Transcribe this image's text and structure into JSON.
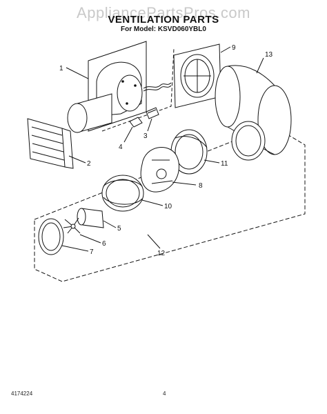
{
  "watermark": "AppliancePartsPros.com",
  "title": "VENTILATION PARTS",
  "subtitle": "For Model: KSVD060YBL0",
  "doc_number": "4174224",
  "page_number": "4",
  "callouts": [
    "1",
    "2",
    "3",
    "4",
    "5",
    "6",
    "7",
    "8",
    "9",
    "10",
    "11",
    "12",
    "13"
  ]
}
